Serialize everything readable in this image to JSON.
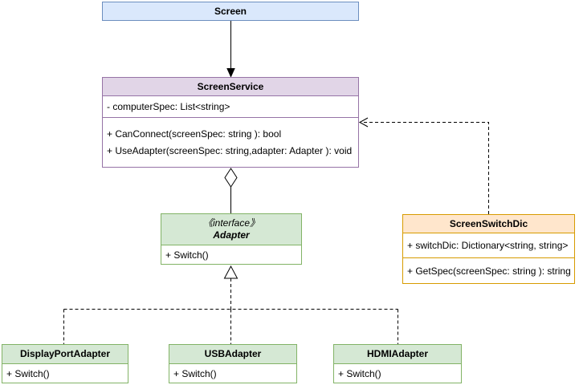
{
  "diagram_type": "uml-class-diagram",
  "colors": {
    "background": "#ffffff",
    "text": "#000000",
    "connector": "#000000",
    "screen_fill": "#dae8fc",
    "screen_stroke": "#6c8ebf",
    "service_fill": "#e1d5e7",
    "service_stroke": "#9673a6",
    "adapter_fill": "#d5e8d4",
    "adapter_stroke": "#82b366",
    "dic_fill": "#ffe6cc",
    "dic_stroke": "#d79b00"
  },
  "classes": {
    "screen": {
      "title": "Screen"
    },
    "screen_service": {
      "title": "ScreenService",
      "attributes": [
        "- computerSpec: List<string>"
      ],
      "methods": [
        "+ CanConnect(screenSpec: string ): bool",
        "+ UseAdapter(screenSpec: string,adapter: Adapter ): void"
      ]
    },
    "adapter": {
      "stereotype": "《interface》",
      "title": "Adapter",
      "methods": [
        "+ Switch()"
      ]
    },
    "screen_switch_dic": {
      "title": "ScreenSwitchDic",
      "attributes": [
        "+ switchDic: Dictionary<string, string>"
      ],
      "methods": [
        "+ GetSpec(screenSpec: string ): string"
      ]
    },
    "display_port_adapter": {
      "title": "DisplayPortAdapter",
      "methods": [
        "+ Switch()"
      ]
    },
    "usb_adapter": {
      "title": "USBAdapter",
      "methods": [
        "+ Switch()"
      ]
    },
    "hdmi_adapter": {
      "title": "HDMIAdapter",
      "methods": [
        "+ Switch()"
      ]
    }
  },
  "relationships": [
    {
      "type": "directed-association",
      "from": "Screen",
      "to": "ScreenService",
      "line": "solid",
      "marker": "filled-arrow"
    },
    {
      "type": "aggregation",
      "from": "ScreenService",
      "to": "Adapter",
      "line": "solid",
      "marker": "hollow-diamond"
    },
    {
      "type": "dependency",
      "from": "ScreenSwitchDic",
      "to": "ScreenService",
      "line": "dashed",
      "marker": "open-arrow"
    },
    {
      "type": "realization",
      "from": "DisplayPortAdapter",
      "to": "Adapter",
      "line": "dashed",
      "marker": "hollow-triangle"
    },
    {
      "type": "realization",
      "from": "USBAdapter",
      "to": "Adapter",
      "line": "dashed",
      "marker": "hollow-triangle"
    },
    {
      "type": "realization",
      "from": "HDMIAdapter",
      "to": "Adapter",
      "line": "dashed",
      "marker": "hollow-triangle"
    }
  ]
}
